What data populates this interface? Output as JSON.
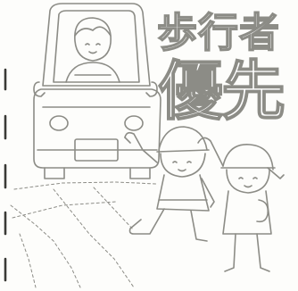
{
  "illustration": {
    "slogan_line1": "歩行者",
    "slogan_line2": "優先"
  },
  "colors": {
    "line": "#8c8c86",
    "paper": "#fdfdfb",
    "dash": "#3a3a36"
  },
  "icons": [
    "car-illustration",
    "driver-figure",
    "pedestrian-child",
    "crosswalk-stripes"
  ]
}
